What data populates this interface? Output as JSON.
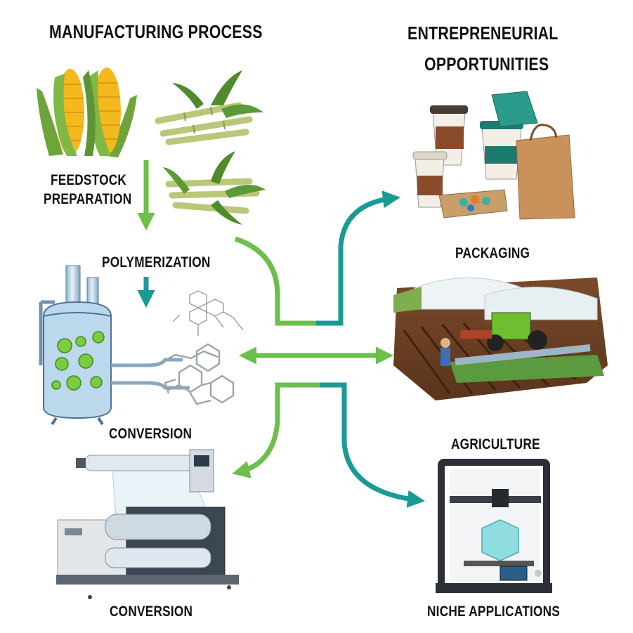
{
  "headings": {
    "manufacturing": "MANUFACTURING PROCESS",
    "entrepreneurial_line1": "ENTREPRENEURIAL",
    "entrepreneurial_line2": "OPPORTUNITIES"
  },
  "steps": {
    "feedstock_line1": "FEEDSTOCK",
    "feedstock_line2": "PREPARATION",
    "polymerization": "POLYMERIZATION",
    "conversion_1": "CONVERSION",
    "conversion_2": "CONVERSION"
  },
  "opportunities": {
    "packaging": "PACKAGING",
    "agriculture": "AGRICULTURE",
    "niche": "NICHE APPLICATIONS"
  },
  "colors": {
    "green_arrow": "#6cbf4b",
    "teal_arrow": "#1a9a95",
    "heading_text": "#111111"
  },
  "icons": [
    "corn-icon",
    "sugarcane-icon",
    "reactor-icon",
    "molecule-icon",
    "film-machine-icon",
    "packaging-icon",
    "farm-field-icon",
    "3d-printer-icon"
  ]
}
